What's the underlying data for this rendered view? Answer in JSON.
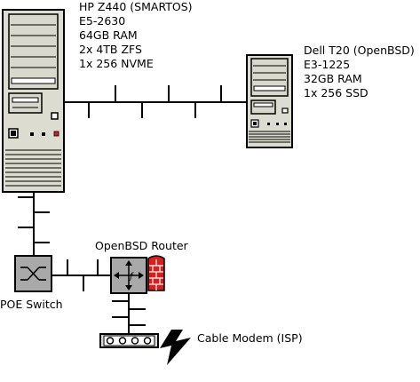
{
  "nodes": {
    "hp": {
      "lines": [
        "HP Z440 (SMARTOS)",
        "E5-2630",
        "64GB RAM",
        "2x 4TB ZFS",
        "1x 256 NVME"
      ]
    },
    "dell": {
      "lines": [
        "Dell T20 (OpenBSD)",
        "E3-1225",
        "32GB RAM",
        "1x 256 SSD"
      ]
    },
    "router": {
      "label": "OpenBSD Router"
    },
    "switch": {
      "label": "POE Switch"
    },
    "modem": {
      "label": "Cable Modem (ISP)"
    }
  },
  "icons": [
    "tower-server-icon",
    "tower-server-icon",
    "network-switch-icon",
    "router-icon",
    "firewall-icon",
    "cable-modem-icon",
    "lightning-bolt-icon"
  ],
  "colors": {
    "case": "#dcdcd0",
    "device": "#a9a9a9",
    "firewall": "#d62020",
    "line": "#000000"
  }
}
